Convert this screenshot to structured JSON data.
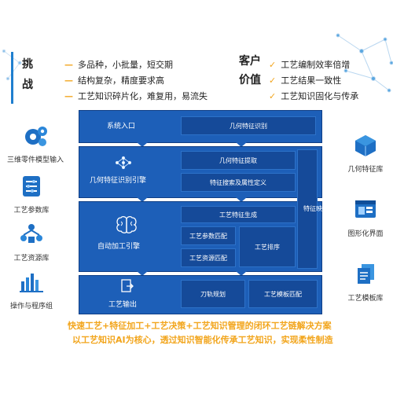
{
  "top": {
    "challenge_title": "挑\n战",
    "challenges": [
      "多品种，小批量，短交期",
      "结构复杂，精度要求高",
      "工艺知识碎片化，难复用，易流失"
    ],
    "value_title_1": "客户",
    "value_title_2": "价值",
    "values": [
      "工艺编制效率倍增",
      "工艺结果一致性",
      "工艺知识固化与传承"
    ]
  },
  "left_items": [
    {
      "label": "三维零件模型输入",
      "icon": "gear-cluster-icon"
    },
    {
      "label": "工艺参数库",
      "icon": "sliders-icon"
    },
    {
      "label": "工艺资源库",
      "icon": "network-people-icon"
    },
    {
      "label": "操作与程序组",
      "icon": "hand-chart-icon"
    }
  ],
  "right_items": [
    {
      "label": "几何特征库",
      "icon": "cube-icon"
    },
    {
      "label": "图形化界面",
      "icon": "window-icon"
    },
    {
      "label": "工艺模板库",
      "icon": "documents-icon"
    }
  ],
  "layers": {
    "system_entry": "系统入口",
    "geometry_recognition": "几何特征识别",
    "geometry_engine": "几何特征识别引擎",
    "feature_extract": "几何特征提取",
    "feature_search": "特征搜索及属性定义",
    "auto_engine": "自动加工引擎",
    "process_gen": "工艺特征生成",
    "param_match": "工艺参数匹配",
    "sort": "工艺排序",
    "resource_match": "工艺资源匹配",
    "process_output": "工艺输出",
    "toolpath": "刀轨规划",
    "template_match": "工艺模板匹配",
    "feature_mapping": "特征映射"
  },
  "footer": {
    "line1": "快速工艺+特征加工+工艺决策+工艺知识管理的闭环工艺链解决方案",
    "line2": "以工艺知识AI为核心，透过知识智能化传承工艺知识，实现柔性制造"
  },
  "colors": {
    "accent": "#f2a51c",
    "panel": "#1d5fb8",
    "inner": "#154a99"
  }
}
